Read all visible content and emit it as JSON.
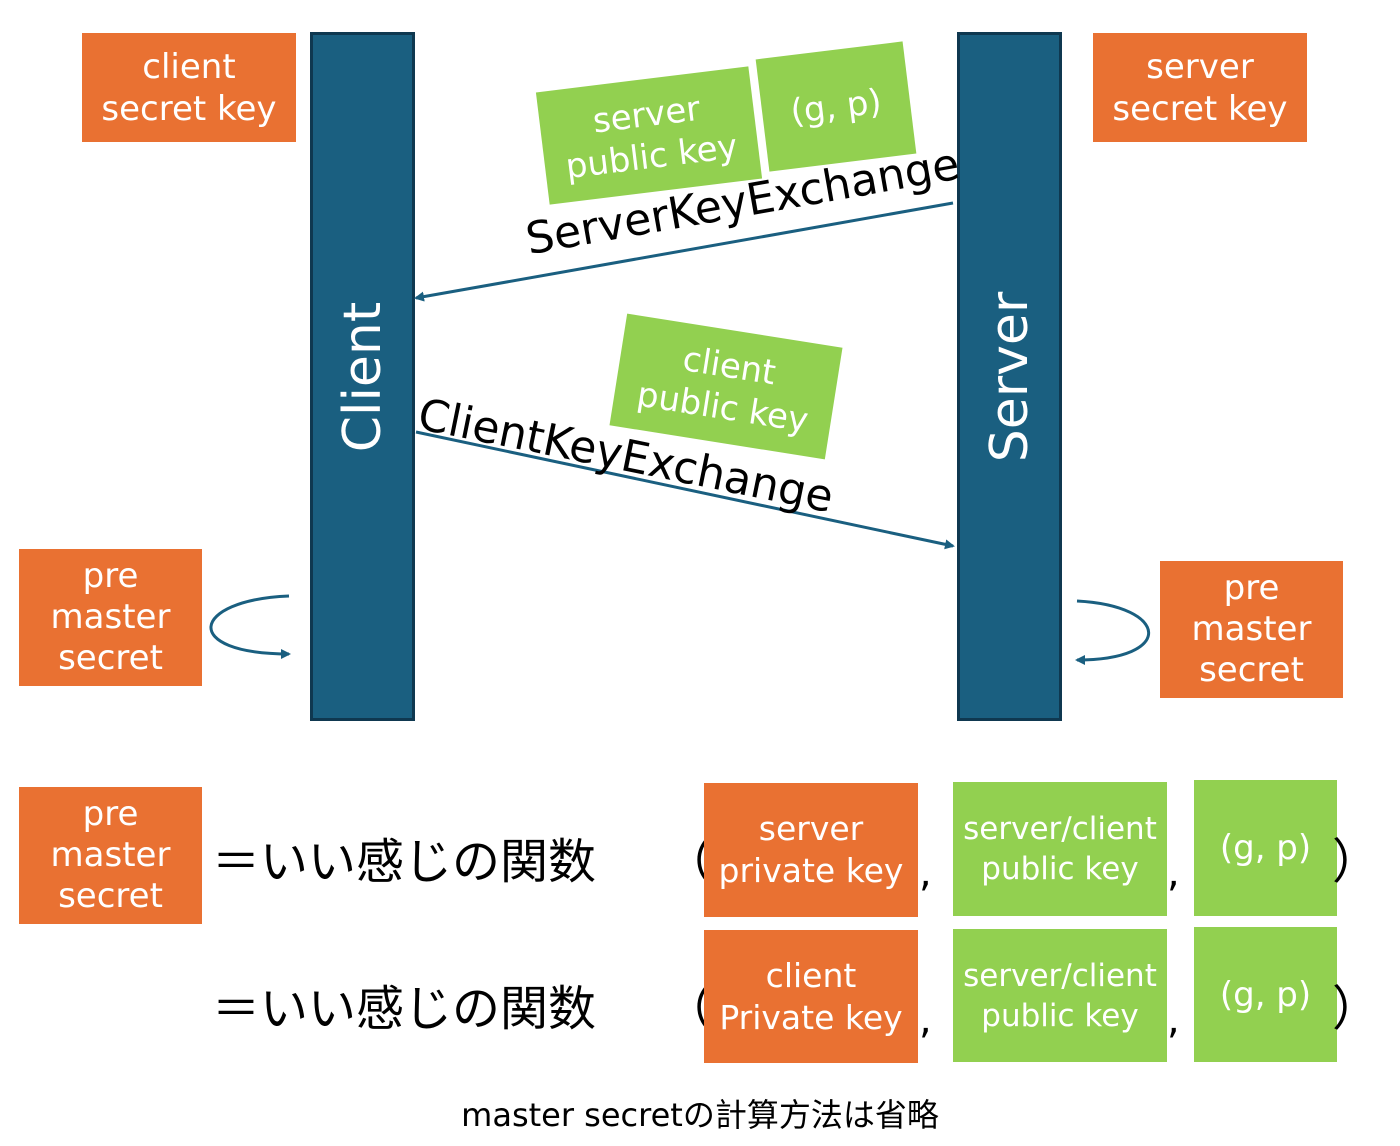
{
  "colors": {
    "orange": "#e97132",
    "green": "#92d050",
    "pillar": "#1a5f80",
    "arrow": "#1a5f80"
  },
  "client_secret_key": "client\nsecret key",
  "server_secret_key": "server\nsecret key",
  "client_label": "Client",
  "server_label": "Server",
  "server_public_key": "server\npublic key",
  "gp": "(g, p)",
  "server_key_exchange": "ServerKeyExchange",
  "client_public_key": "client\npublic key",
  "client_key_exchange": "ClientKeyExchange",
  "pre_master_secret": "pre\nmaster\nsecret",
  "formula": {
    "eq_prefix": "＝いい感じの関数",
    "open_paren": "（",
    "close_paren": "）",
    "comma": ",",
    "row1": {
      "private_key": "server\nprivate key",
      "public_key": "server/client\npublic key",
      "params": "(g, p)"
    },
    "row2": {
      "private_key": "client\nPrivate key",
      "public_key": "server/client\npublic key",
      "params": "(g, p)"
    }
  },
  "caption": "master secretの計算方法は省略"
}
